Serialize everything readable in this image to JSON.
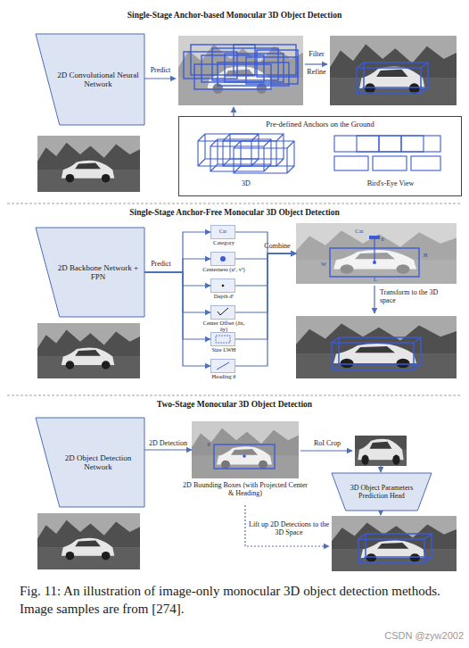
{
  "diagram": {
    "caption": "Fig. 11: An illustration of image-only monocular 3D object detection methods. Image samples are from [274].",
    "nodes": [
      {
        "text": [
          "2D Convolutional Neural Network"
        ]
      },
      {
        "text": [
          "Pre-defined Anchors on the Ground",
          "3D",
          "Bird's-Eye View"
        ]
      },
      {
        "text": [
          "2D Backbone Network + FPN"
        ]
      },
      {
        "text": [
          "Car",
          "Category"
        ]
      },
      {
        "text": [
          "Centerness (uᶜ, vᶜ)"
        ]
      },
      {
        "text": [
          "Depth dᶜ"
        ]
      },
      {
        "text": [
          "Center Offset (δx, δy)"
        ]
      },
      {
        "text": [
          "Size LWH"
        ]
      },
      {
        "text": [
          "Heading θ"
        ]
      },
      {
        "text": [
          "Car",
          "θ",
          "L",
          "W",
          "H"
        ]
      },
      {
        "text": [
          "2D Object Detection Network"
        ]
      },
      {
        "text": [
          "θ",
          "2D Bounding Boxes (with Projected Center & Heading)"
        ]
      },
      {
        "text": [
          "3D Object Parameters Prediction Head"
        ]
      }
    ],
    "edges": [
      {
        "from": 2,
        "to": 3,
        "arrow": "to"
      },
      {
        "from": 2,
        "to": 4,
        "arrow": "to"
      },
      {
        "from": 2,
        "to": 5,
        "arrow": "to"
      },
      {
        "from": 2,
        "to": 6,
        "arrow": "to"
      },
      {
        "from": 2,
        "to": 7,
        "arrow": "to"
      },
      {
        "from": 2,
        "to": 8,
        "arrow": "to"
      },
      {
        "from": 3,
        "to": 9,
        "arrow": "to"
      },
      {
        "from": 4,
        "to": 9,
        "arrow": "to"
      },
      {
        "from": 5,
        "to": 9,
        "arrow": "to"
      },
      {
        "from": 6,
        "to": 9,
        "arrow": "to"
      },
      {
        "from": 7,
        "to": 9,
        "arrow": "to"
      },
      {
        "from": 8,
        "to": 9,
        "arrow": "to"
      },
      {
        "from": 10,
        "to": 11,
        "label": "2D Detection",
        "arrow": "to"
      }
    ],
    "labels": [
      "Single-Stage Anchor-based Monocular 3D Object Detection",
      "Predict",
      "Filter",
      "Refine",
      "Single-Stage Anchor-Free Monocular 3D Object Detection",
      "Predict",
      "Combine",
      "Transform to the 3D space",
      "Two-Stage Monocular 3D Object Detection",
      "RoI Crop",
      "Lift up 2D Detections to the 3D Space",
      "CSDN @zyw2002"
    ]
  }
}
